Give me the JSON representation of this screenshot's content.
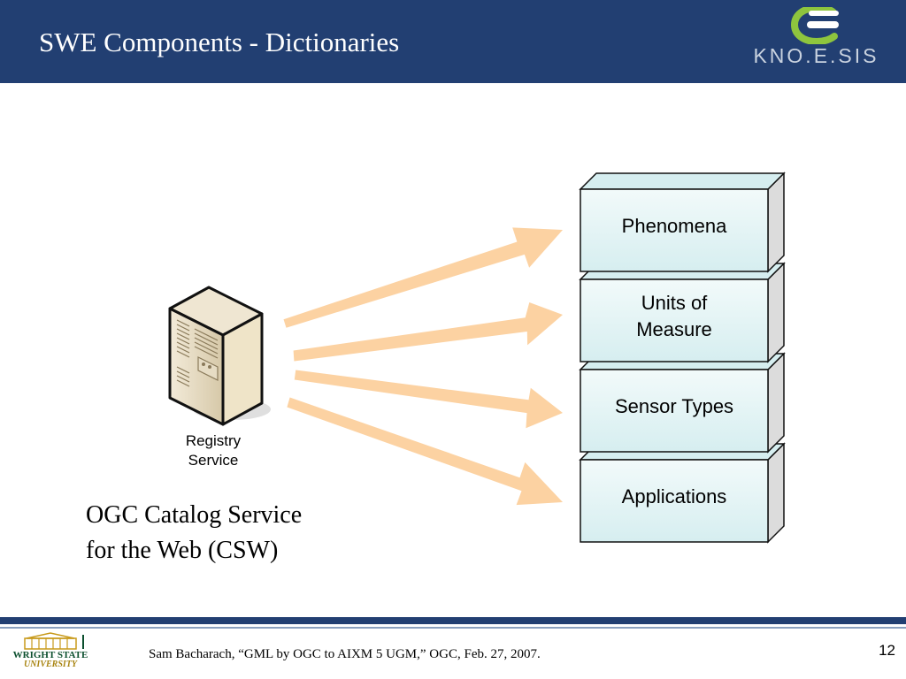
{
  "slide": {
    "title": "SWE Components - Dictionaries",
    "logo_text": "KNO.E.SIS",
    "page_number": "12"
  },
  "diagram": {
    "server": {
      "label_line1": "Registry",
      "label_line2": "Service",
      "icon": "server-tower-icon"
    },
    "boxes": [
      {
        "line1": "Phenomena",
        "line2": ""
      },
      {
        "line1": "Units of",
        "line2": "Measure"
      },
      {
        "line1": "Sensor Types",
        "line2": ""
      },
      {
        "line1": "Applications",
        "line2": ""
      }
    ],
    "arrow_color": "#fcd2a2",
    "box_color": "#e4f3f4"
  },
  "caption": {
    "line1": "OGC Catalog Service",
    "line2": "for the Web (CSW)"
  },
  "footer": {
    "university_name": "WRIGHT STATE",
    "university_sub": "UNIVERSITY",
    "citation": "Sam Bacharach, “GML by OGC to AIXM 5 UGM,” OGC, Feb. 27, 2007."
  },
  "colors": {
    "header_bg": "#223f72",
    "footer_bar": "#223f72"
  }
}
